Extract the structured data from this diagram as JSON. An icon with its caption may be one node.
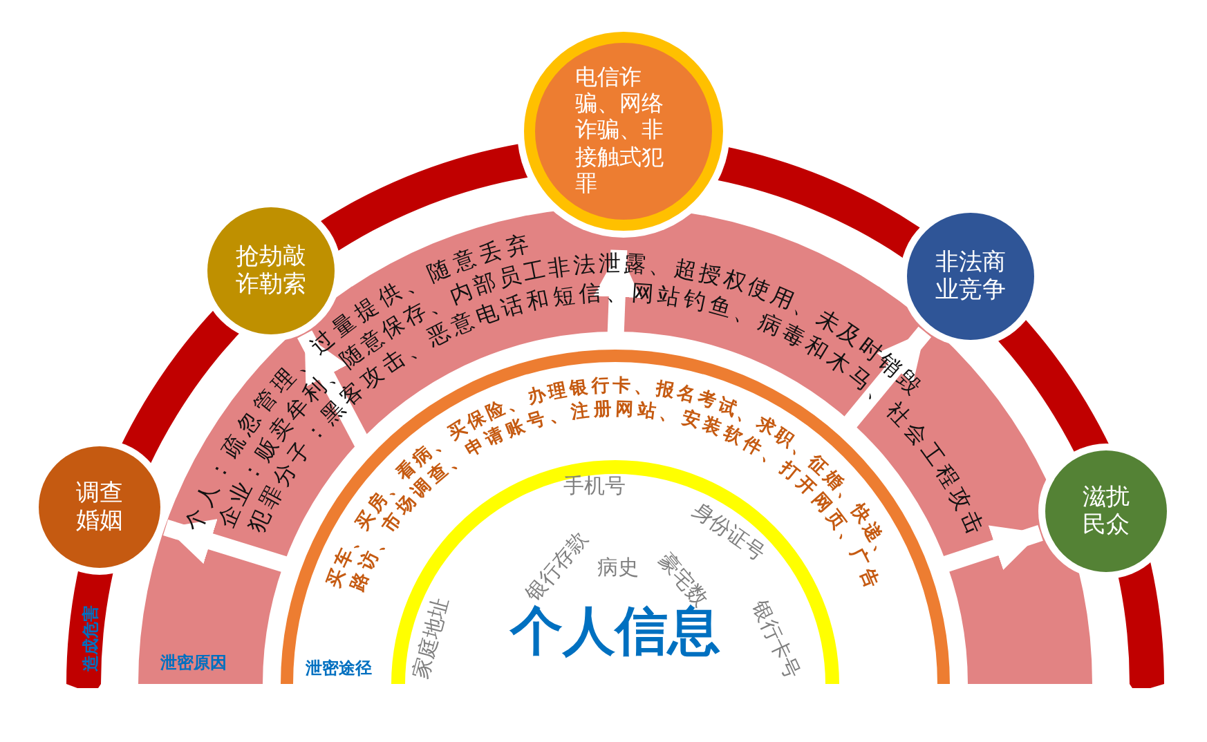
{
  "diagram": {
    "nodes": [
      {
        "text": [
          "造成危害"
        ]
      },
      {
        "text": [
          "个人：疏忽管理、过量提供、随意丢弃",
          "企业：贩卖牟利、随意保存、内部员工非法泄露、超授权使用、未及时销毁",
          "犯罪分子：黑客攻击、恶意电话和短信、网站钓鱼、病毒和木马、社会工程攻击",
          "泄密原因"
        ],
        "in": 0
      },
      {
        "text": [
          "买车、买房、看病、买保险、办理银行卡、报名考试、求职、征婚、快递、",
          "路访、市场调查、申请账号、注册网站、安装软件、打开网页、广告",
          "泄密途径"
        ],
        "in": 1
      },
      {
        "text": [
          "个人信息"
        ],
        "in": 2
      },
      {
        "text": [
          "调查婚姻"
        ]
      },
      {
        "text": [
          "抢劫敲诈勒索"
        ],
        "in": 0
      },
      {
        "text": [
          "电信诈骗、网络诈骗、非接触式犯罪"
        ]
      },
      {
        "text": [
          "非法商业竞争"
        ],
        "in": 0
      },
      {
        "text": [
          "滋扰民众"
        ],
        "in": 0
      }
    ],
    "edges": [
      {
        "from": 2,
        "to": 4,
        "arrow": "to"
      },
      {
        "from": 2,
        "to": 5,
        "arrow": "to"
      },
      {
        "from": 2,
        "to": 6,
        "arrow": "to"
      },
      {
        "from": 2,
        "to": 7,
        "arrow": "to"
      },
      {
        "from": 2,
        "to": 8,
        "arrow": "to"
      }
    ],
    "labels": [
      "手机号",
      "银行存款",
      "家庭地址",
      "病史",
      "身份证号",
      "豪宅数",
      "银行卡号"
    ]
  }
}
